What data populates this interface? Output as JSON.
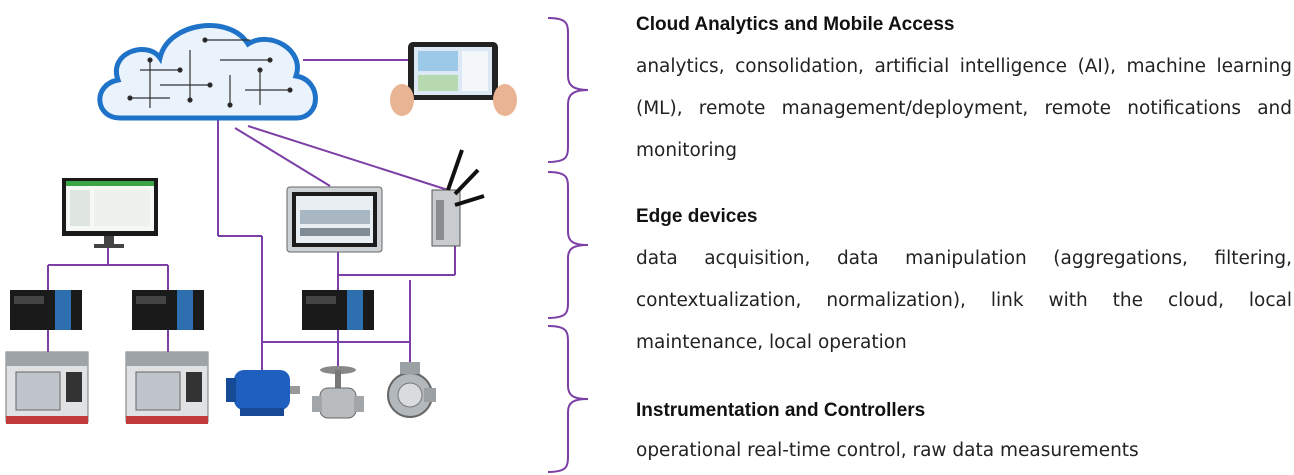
{
  "colors": {
    "connector": "#7b3fa6",
    "cloud_outline": "#1e73c8"
  },
  "sections": [
    {
      "title": "Cloud Analytics and Mobile Access",
      "body": "analytics, consolidation, artificial intelligence (AI), machine learning (ML), remote management/deployment, remote notifications and monitoring"
    },
    {
      "title": "Edge devices",
      "body": "data acquisition, data manipulation (aggregations, filtering, contextualization, normalization), link with the cloud, local maintenance, local operation"
    },
    {
      "title": "Instrumentation and Controllers",
      "body": "operational real-time control, raw data measurements"
    }
  ],
  "icons": [
    "cloud-icon",
    "tablet-icon",
    "monitor-icon",
    "hmi-panel-icon",
    "router-icon",
    "plc-icon",
    "cnc-machine-icon",
    "motor-icon",
    "valve-icon",
    "pump-icon"
  ]
}
